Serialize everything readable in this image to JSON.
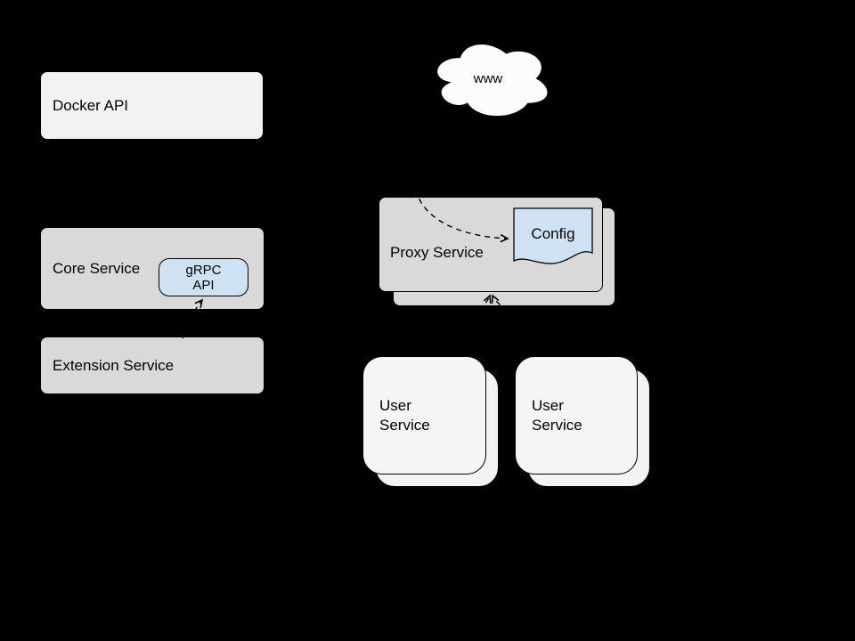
{
  "diagram": {
    "background_color": "#000000",
    "nodes": {
      "docker_api": {
        "label": "Docker API",
        "fill": "#f2f2f2",
        "shape": "rounded-rect"
      },
      "www": {
        "label": "www",
        "fill": "#fcfcfc",
        "shape": "cloud"
      },
      "core_service": {
        "label": "Core Service",
        "fill": "#d9d9d9",
        "shape": "rounded-rect"
      },
      "grpc_api": {
        "label": "gRPC API",
        "fill": "#cfe2f3",
        "shape": "rounded-rect"
      },
      "extension_service": {
        "label": "Extension Service",
        "fill": "#d9d9d9",
        "shape": "rounded-rect"
      },
      "proxy_service": {
        "label": "Proxy Service",
        "fill": "#d9d9d9",
        "shape": "stacked-rounded-rect"
      },
      "config": {
        "label": "Config",
        "fill": "#cfe2f3",
        "shape": "document"
      },
      "user_service_1": {
        "label": "User Service",
        "fill": "#f5f5f5",
        "shape": "stacked-rounded-rect"
      },
      "user_service_2": {
        "label": "User Service",
        "fill": "#f5f5f5",
        "shape": "stacked-rounded-rect"
      }
    },
    "edges": [
      {
        "from": "www",
        "to": "config",
        "style": "dashed",
        "arrowhead": "open"
      },
      {
        "from": "extension_service",
        "to": "grpc_api",
        "style": "dashed",
        "arrowhead": "open"
      },
      {
        "from": "user_service_1",
        "to": "proxy_service",
        "style": "dashed",
        "arrowhead": "open"
      },
      {
        "from": "user_service_2",
        "to": "proxy_service",
        "style": "dashed",
        "arrowhead": "open"
      }
    ]
  }
}
